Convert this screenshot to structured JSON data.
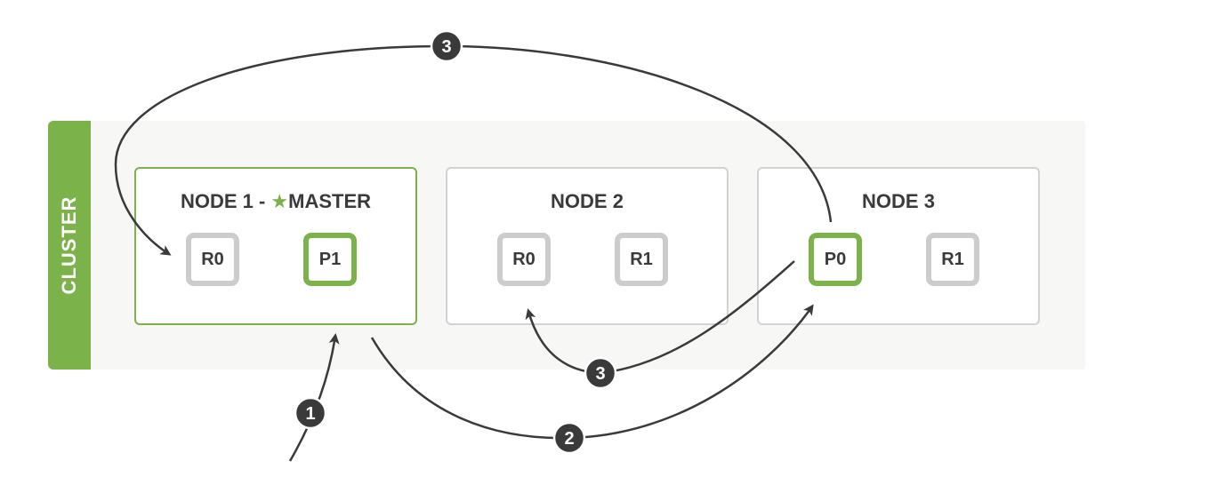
{
  "cluster": {
    "label": "CLUSTER"
  },
  "nodes": [
    {
      "title": "NODE 1 - ",
      "master_label": "MASTER",
      "master_icon": "star-icon",
      "shards": [
        {
          "label": "R0",
          "kind": "replica"
        },
        {
          "label": "P1",
          "kind": "primary"
        }
      ]
    },
    {
      "title": "NODE 2",
      "shards": [
        {
          "label": "R0",
          "kind": "replica"
        },
        {
          "label": "R1",
          "kind": "replica"
        }
      ]
    },
    {
      "title": "NODE 3",
      "shards": [
        {
          "label": "P0",
          "kind": "primary"
        },
        {
          "label": "R1",
          "kind": "replica"
        }
      ]
    }
  ],
  "steps": [
    "1",
    "2",
    "3",
    "3"
  ],
  "colors": {
    "accent": "#7bb24a",
    "replica_border": "#cccccc",
    "node_border": "#d2d2d2",
    "arrow": "#3a3a3a",
    "text": "#3a3a3a"
  }
}
